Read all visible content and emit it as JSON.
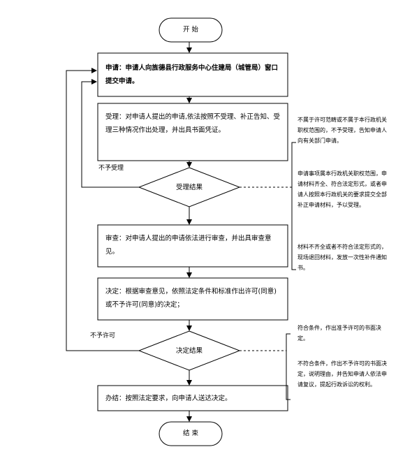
{
  "nodes": {
    "start": "开 始",
    "apply": "申请：申请人向旌德县行政服务中心住建局（城管局）窗口提交申请。",
    "accept": "受理：对申请人提出的申请,依法按照不受理、补正告知、受理三种情况作出处理，并出具书面凭证。",
    "accept_result": "受理结果",
    "review": "审查：对申请人提出的申请依法进行审查，并出具审查意见。",
    "decide": "决定：根据审查意见，依照法定条件和标准作出许可(同意)或不予许可(同意)的决定；",
    "decide_result": "决定结果",
    "handle": "办结：按照法定要求，向申请人送达决定。",
    "end": "结 束"
  },
  "edge_labels": {
    "not_accepted": "不予受理",
    "not_permitted": "不予许可"
  },
  "notes": {
    "accept_note_1": "不属于许可范畴或不属于本行政机关职权范围的，不予受理，告知申请人向有关部门申请。",
    "accept_note_2": "申请事项属本行政机关职权范围，申请材料齐全、符合法定形式，或者申请人按照本行政机关的要求提交全部补正申请材料，予以受理。",
    "accept_note_3": "材料不齐全或者不符合法定形式的，现场退回材料，发放一次性补件通知书。",
    "decide_note_1": "符合条件，作出准予许可的书面决定。",
    "decide_note_2": "不符合条件，作出不予许可的书面决定，说明理由，并告知申请人依法申请复议，提起行政诉讼的权利。"
  }
}
